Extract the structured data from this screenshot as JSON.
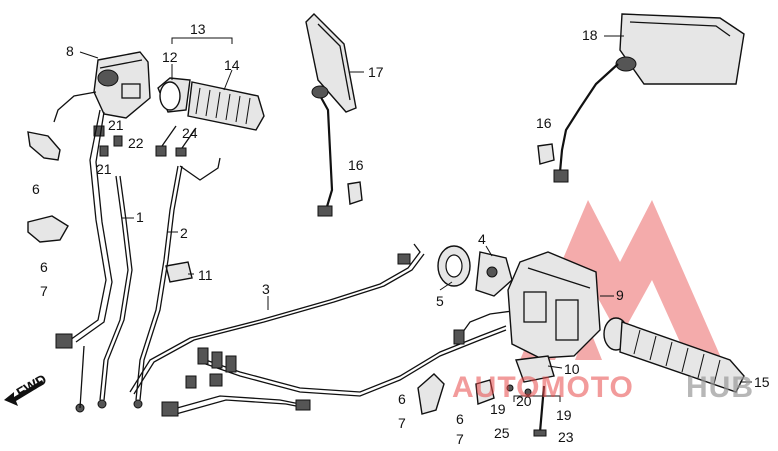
{
  "diagram": {
    "labels": {
      "p1": "1",
      "p2": "2",
      "p3": "3",
      "p4": "4",
      "p5": "5",
      "p6a": "6",
      "p6b": "6",
      "p6c": "6",
      "p6d": "6",
      "p7a": "7",
      "p7b": "7",
      "p7c": "7",
      "p8": "8",
      "p9": "9",
      "p10": "10",
      "p11": "11",
      "p12": "12",
      "p13": "13",
      "p14": "14",
      "p15": "15",
      "p16a": "16",
      "p16b": "16",
      "p17": "17",
      "p18": "18",
      "p19a": "19",
      "p19b": "19",
      "p20": "20",
      "p21a": "21",
      "p21b": "21",
      "p22": "22",
      "p23": "23",
      "p24": "24",
      "p25": "25"
    },
    "fwd_label": "FWD",
    "watermark": {
      "text_a": "AUTOMOTO",
      "text_b": "HUB",
      "color_red": "#e84a4a",
      "color_gray": "#9a9a9a"
    }
  }
}
